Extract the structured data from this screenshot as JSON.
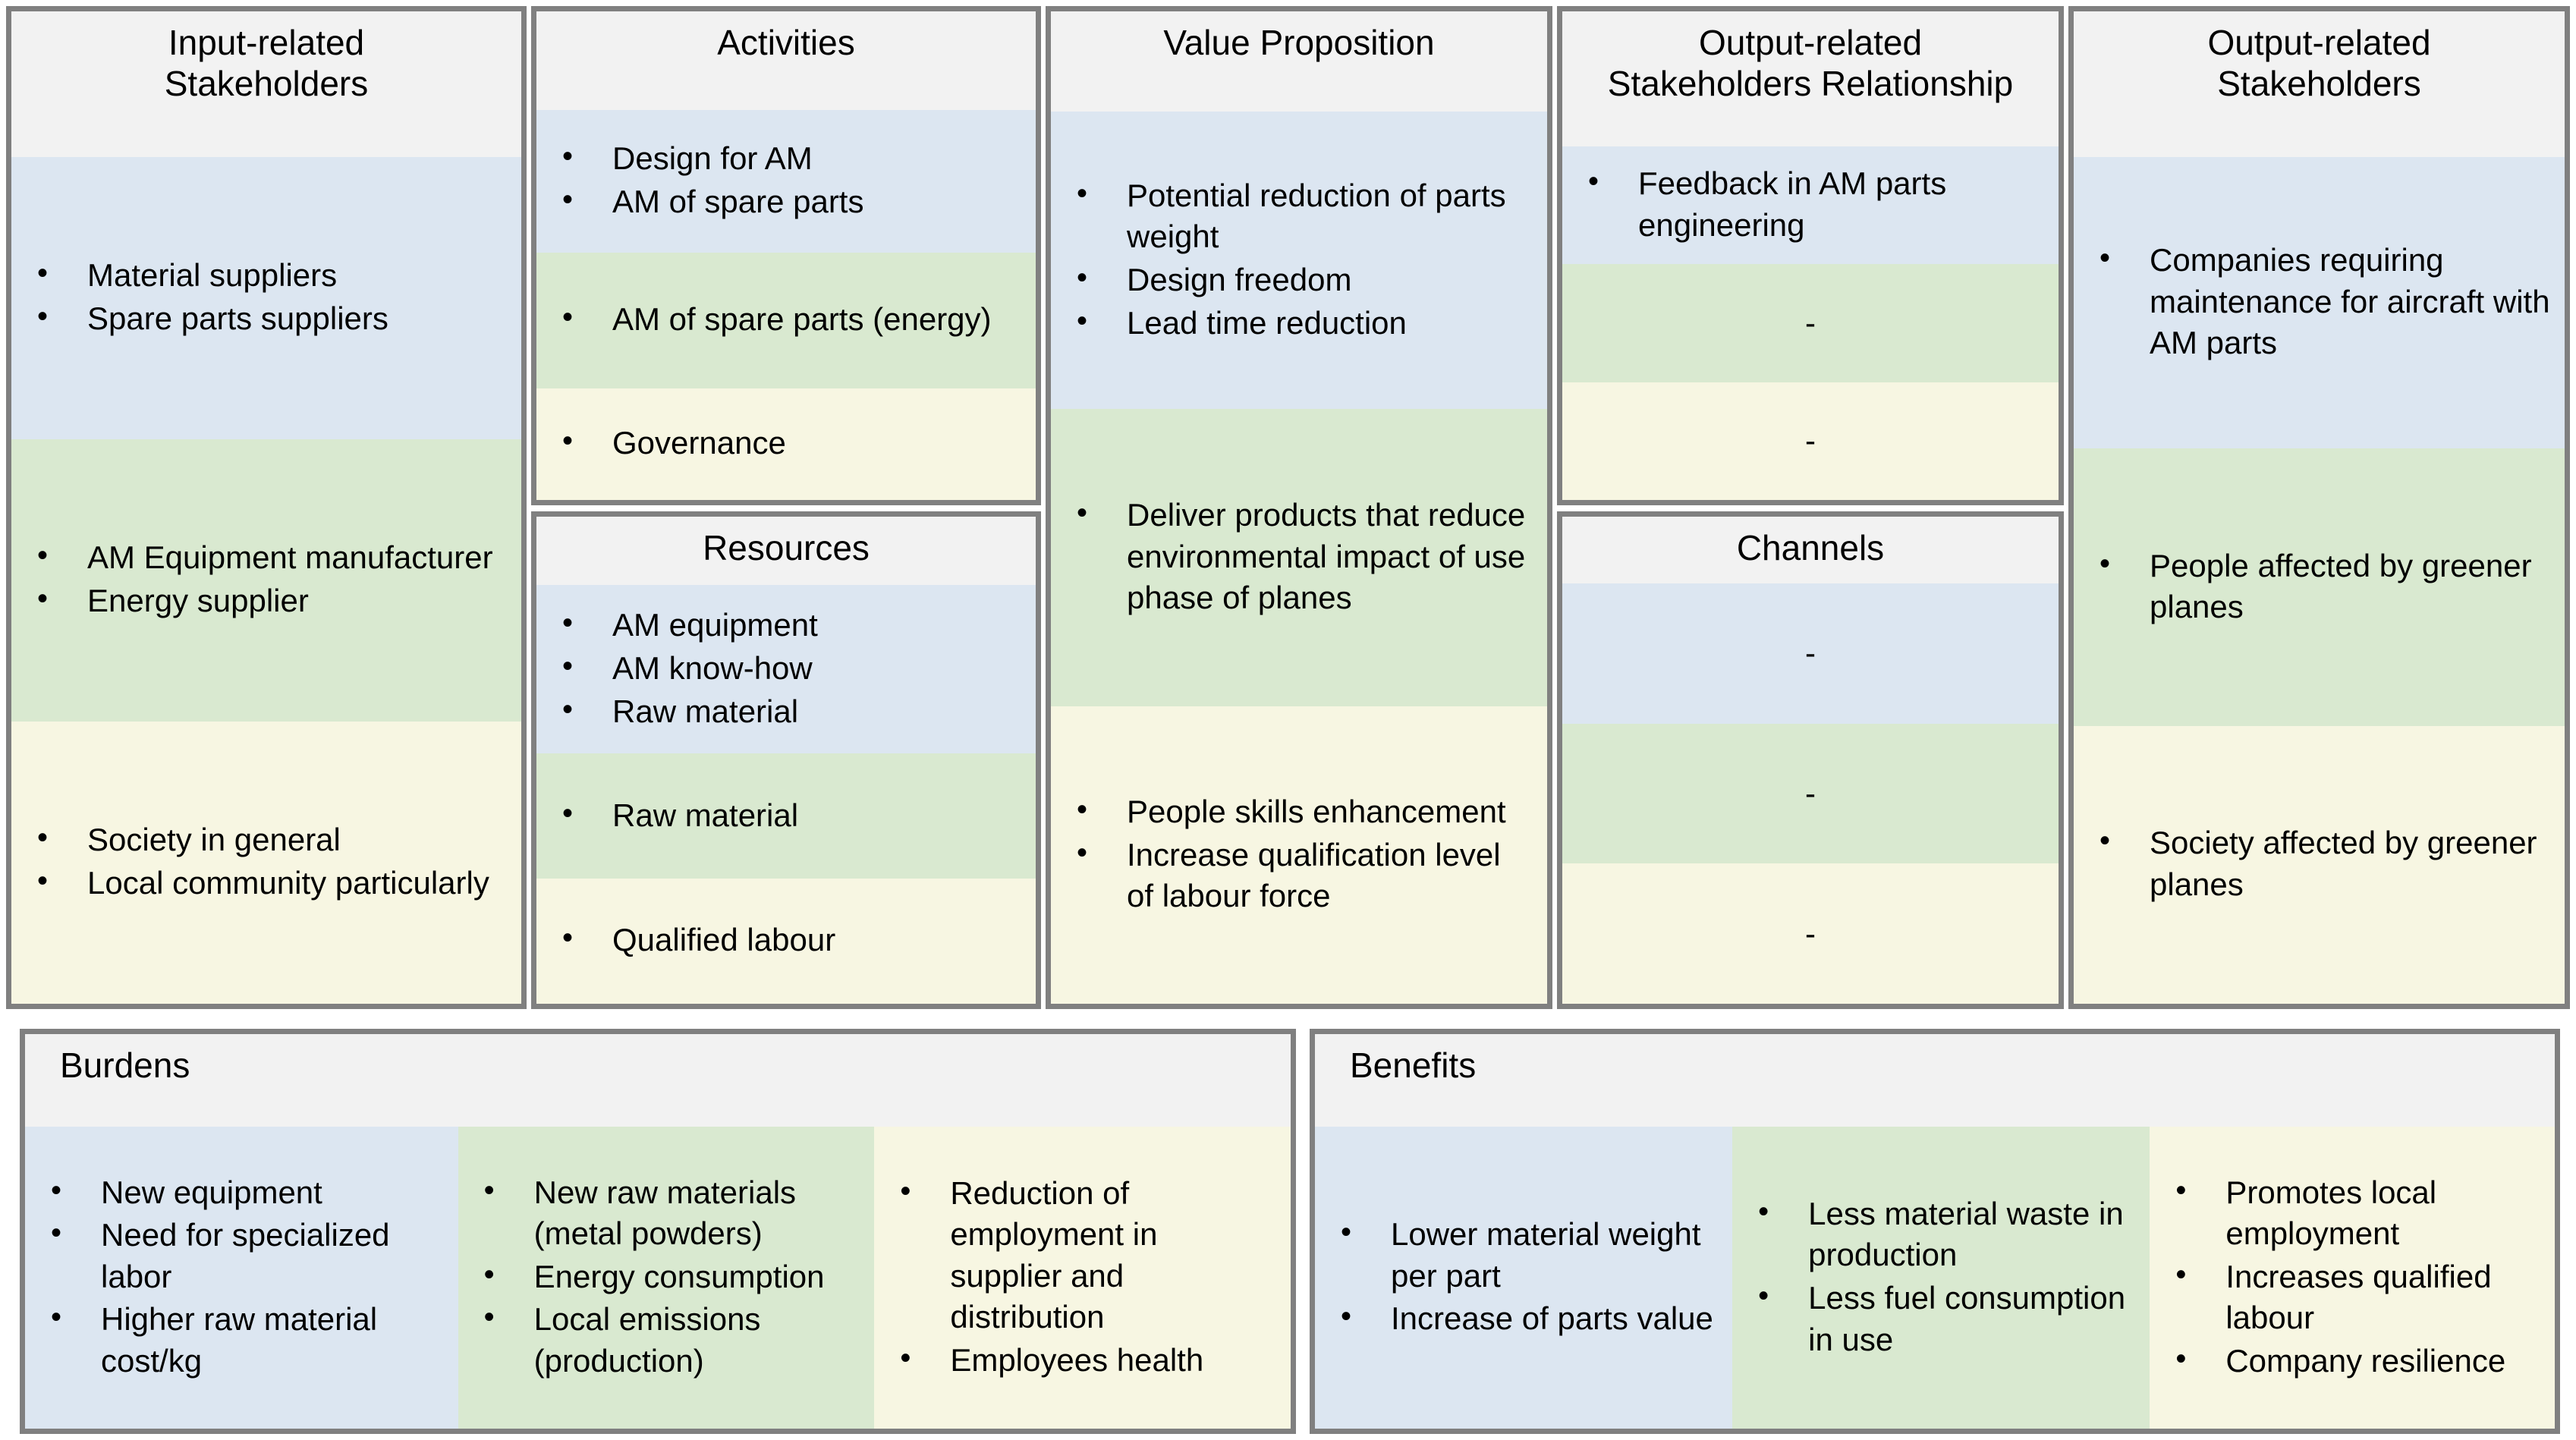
{
  "meta": {
    "figure_type": "business-model-canvas",
    "colors": {
      "border": "#808080",
      "header_bg": "#f2f2f2",
      "band_blue": "#dce6f1",
      "band_green": "#d9e9d0",
      "band_cream": "#f7f6e2",
      "text": "#000000"
    },
    "empty_marker": "-"
  },
  "blocks": {
    "input_stakeholders": {
      "title": "Input-related\nStakeholders",
      "bands": {
        "blue": [
          "Material suppliers",
          "Spare parts suppliers"
        ],
        "green": [
          "AM Equipment manufacturer",
          "Energy supplier"
        ],
        "cream": [
          "Society in general",
          "Local community particularly"
        ]
      }
    },
    "activities": {
      "title": "Activities",
      "bands": {
        "blue": [
          "Design for AM",
          "AM of spare parts"
        ],
        "green": [
          "AM of spare parts (energy)"
        ],
        "cream": [
          "Governance"
        ]
      }
    },
    "resources": {
      "title": "Resources",
      "bands": {
        "blue": [
          "AM equipment",
          "AM know-how",
          "Raw material"
        ],
        "green": [
          "Raw material"
        ],
        "cream": [
          "Qualified labour"
        ]
      }
    },
    "value_proposition": {
      "title": "Value Proposition",
      "bands": {
        "blue": [
          "Potential reduction of parts weight",
          "Design freedom",
          "Lead time reduction"
        ],
        "green": [
          "Deliver products that reduce environmental impact of use phase of planes"
        ],
        "cream": [
          "People skills enhancement",
          "Increase qualification level of labour force"
        ]
      }
    },
    "stakeholders_relationship": {
      "title": "Output-related\nStakeholders  Relationship",
      "bands": {
        "blue": [
          "Feedback in AM parts engineering"
        ],
        "green": [],
        "cream": []
      }
    },
    "channels": {
      "title": "Channels",
      "bands": {
        "blue": [],
        "green": [],
        "cream": []
      }
    },
    "output_stakeholders": {
      "title": "Output-related\nStakeholders",
      "bands": {
        "blue": [
          "Companies requiring maintenance for aircraft with AM parts"
        ],
        "green": [
          "People affected by greener planes"
        ],
        "cream": [
          "Society affected by greener planes"
        ]
      }
    },
    "burdens": {
      "title": "Burdens",
      "bands": {
        "blue": [
          "New equipment",
          "Need for specialized labor",
          "Higher raw material cost/kg"
        ],
        "green": [
          "New raw materials (metal powders)",
          "Energy consumption",
          "Local emissions (production)"
        ],
        "cream": [
          "Reduction of employment in supplier and distribution",
          "Employees health"
        ]
      }
    },
    "benefits": {
      "title": "Benefits",
      "bands": {
        "blue": [
          "Lower material weight per part",
          "Increase of parts value"
        ],
        "green": [
          "Less material waste in production",
          "Less fuel consumption in use"
        ],
        "cream": [
          "Promotes local employment",
          "Increases qualified labour",
          "Company resilience"
        ]
      }
    }
  }
}
